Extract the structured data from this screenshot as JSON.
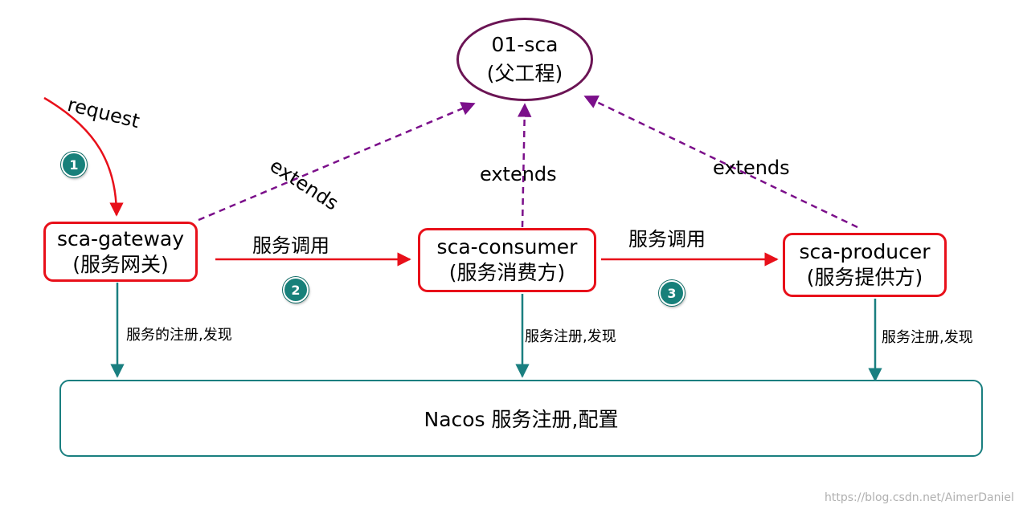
{
  "parent": {
    "line1": "01-sca",
    "line2": "(父工程)"
  },
  "nodes": {
    "gateway": {
      "line1": "sca-gateway",
      "line2": "(服务网关)"
    },
    "consumer": {
      "line1": "sca-consumer",
      "line2": "(服务消费方)"
    },
    "producer": {
      "line1": "sca-producer",
      "line2": "(服务提供方)"
    }
  },
  "nacos": {
    "label": "Nacos 服务注册,配置"
  },
  "edge_labels": {
    "request": "request",
    "extends_gateway": "extends",
    "extends_consumer": "extends",
    "extends_producer": "extends",
    "call_gateway_consumer": "服务调用",
    "call_consumer_producer": "服务调用",
    "reg_gateway": "服务的注册,发现",
    "reg_consumer": "服务注册,发现",
    "reg_producer": "服务注册,发现"
  },
  "steps": [
    "1",
    "2",
    "3"
  ],
  "colors": {
    "box_border": "#e8101a",
    "parent_border": "#6b1454",
    "extends_line": "#7b0f8a",
    "call_arrow": "#e8101a",
    "registry_arrow": "#1a7f80",
    "badge": "#17807a"
  },
  "watermark": "https://blog.csdn.net/AimerDaniel"
}
